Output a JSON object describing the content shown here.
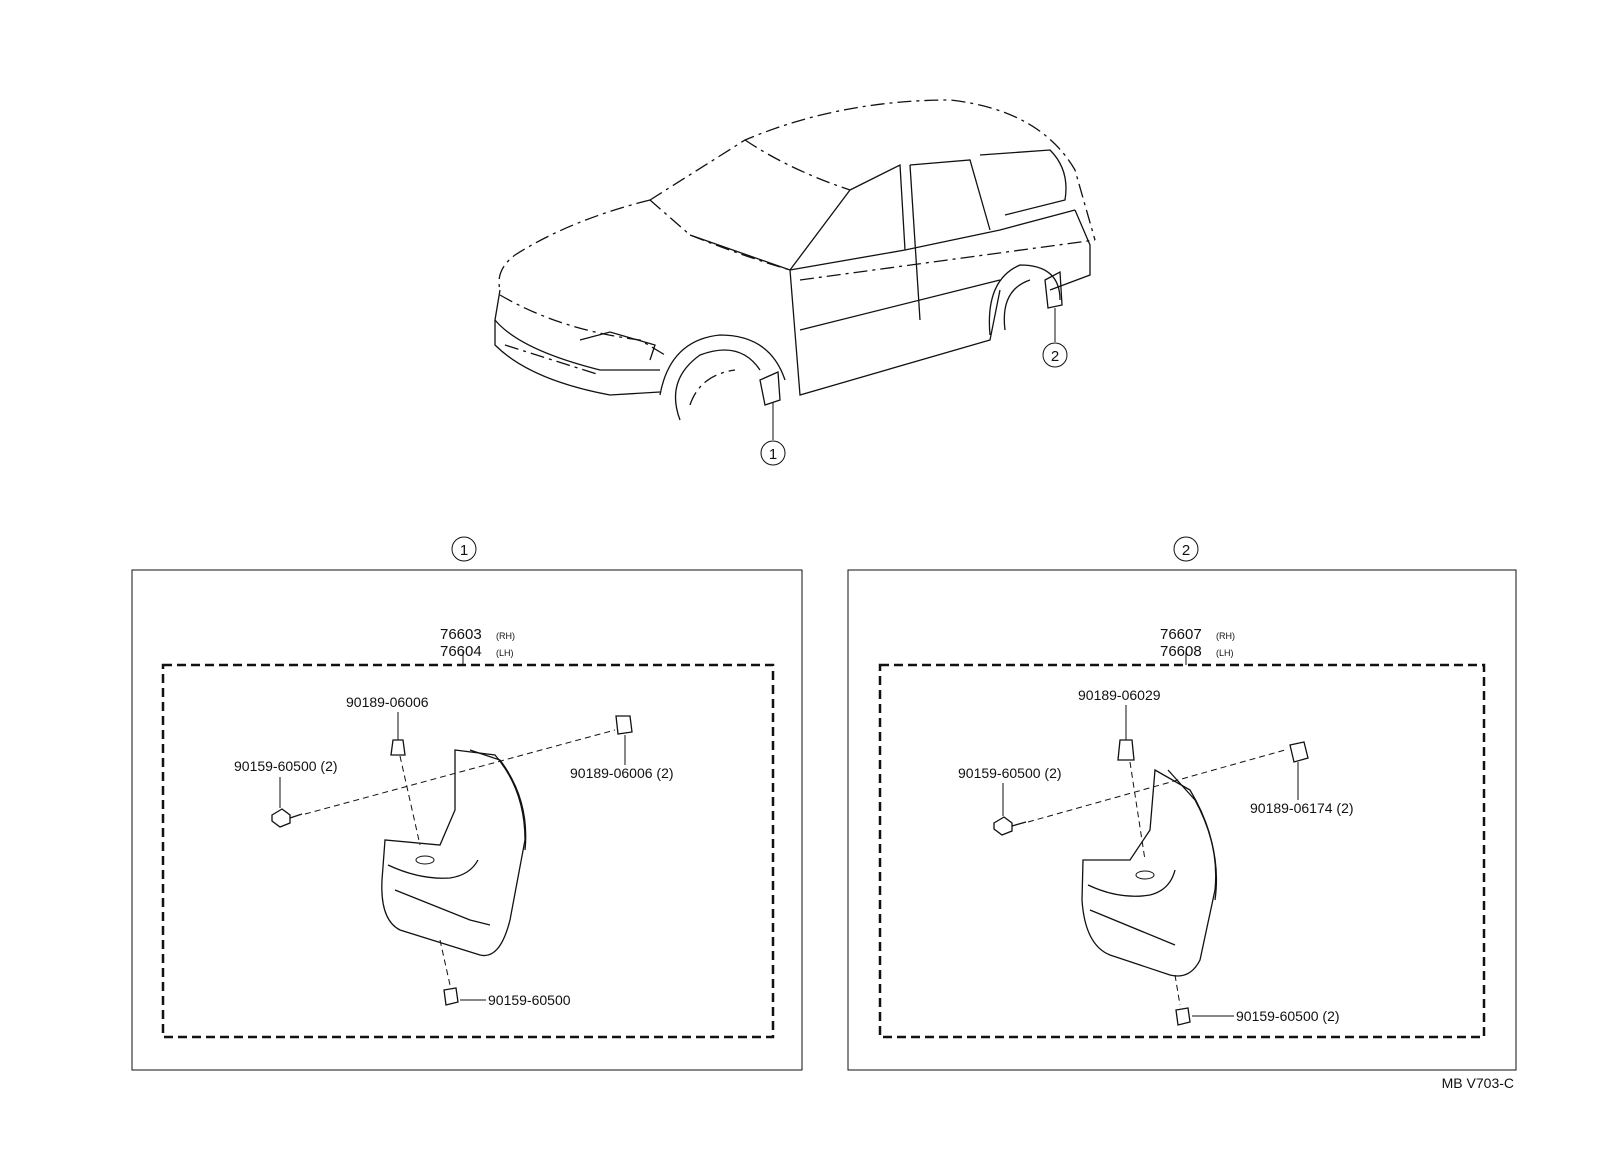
{
  "callouts": {
    "front": "1",
    "rear": "2"
  },
  "panel_front": {
    "title": "1",
    "part_rh": "76603",
    "part_rh_side": "(RH)",
    "part_lh": "76604",
    "part_lh_side": "(LH)",
    "labels": {
      "clip_top": "90189-06006",
      "screw_left": "90159-60500 (2)",
      "clip_right": "90189-06006 (2)",
      "screw_bottom": "90159-60500"
    }
  },
  "panel_rear": {
    "title": "2",
    "part_rh": "76607",
    "part_rh_side": "(RH)",
    "part_lh": "76608",
    "part_lh_side": "(LH)",
    "labels": {
      "clip_top": "90189-06029",
      "screw_left": "90159-60500 (2)",
      "clip_right": "90189-06174 (2)",
      "screw_bottom": "90159-60500 (2)"
    }
  },
  "reference_code": "MB V703-C"
}
